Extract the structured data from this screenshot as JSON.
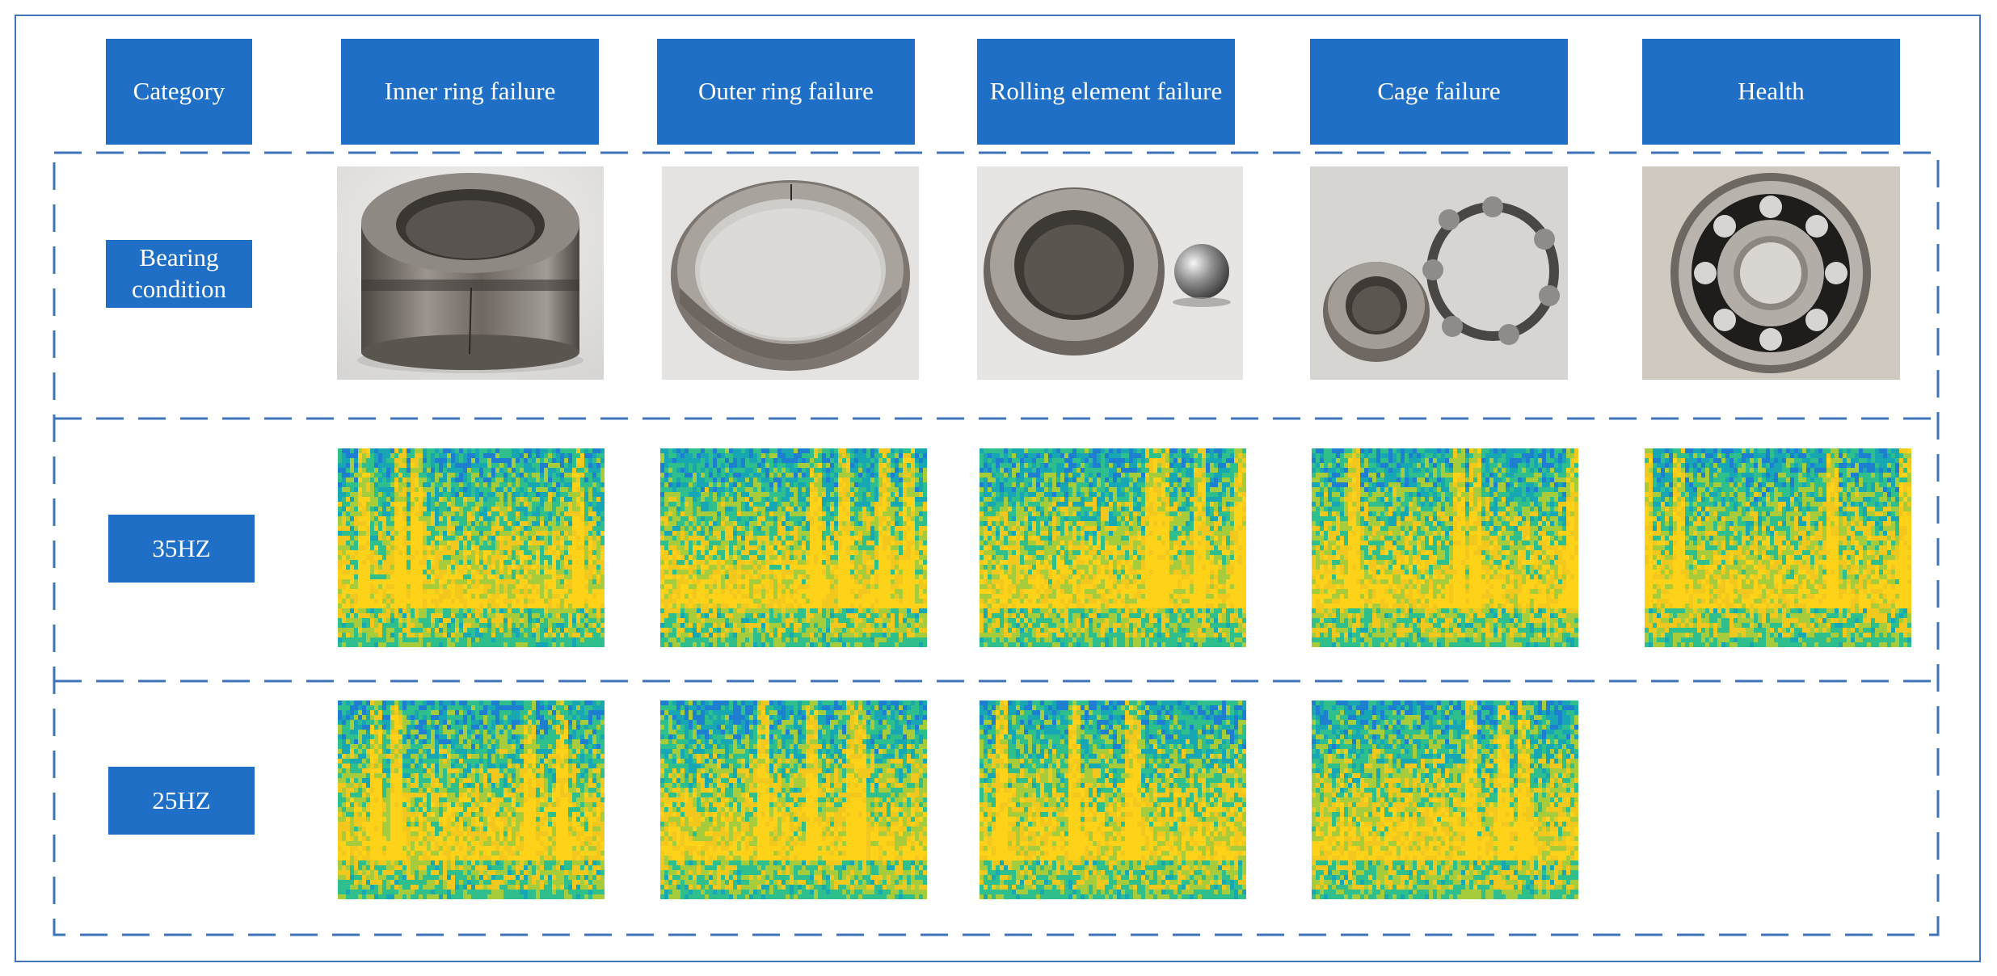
{
  "header": {
    "category": "Category",
    "columns": [
      "Inner ring failure",
      "Outer ring failure",
      "Rolling element failure",
      "Cage failure",
      "Health"
    ]
  },
  "rows": {
    "bearing": "Bearing condition",
    "hz35": "35HZ",
    "hz25": "25HZ"
  },
  "photos": [
    {
      "column": "Inner ring failure",
      "subject": "bearing-inner-ring-with-crack"
    },
    {
      "column": "Outer ring failure",
      "subject": "bearing-outer-ring-with-crack"
    },
    {
      "column": "Rolling element failure",
      "subject": "bearing-ring-with-ball"
    },
    {
      "column": "Cage failure",
      "subject": "inner-ring-and-broken-cage"
    },
    {
      "column": "Health",
      "subject": "complete-ball-bearing"
    }
  ],
  "spectrograms": {
    "hz35": [
      "Inner ring failure",
      "Outer ring failure",
      "Rolling element failure",
      "Cage failure",
      "Health"
    ],
    "hz25": [
      "Inner ring failure",
      "Outer ring failure",
      "Rolling element failure",
      "Cage failure"
    ]
  },
  "colors": {
    "label_fill": "#1f6fc6",
    "border": "#3f75b8",
    "spectrogram_palette": [
      "#1e7fd0",
      "#16a6b4",
      "#2fbf8c",
      "#a6cc3c",
      "#f2c81e",
      "#ffd21a"
    ]
  }
}
